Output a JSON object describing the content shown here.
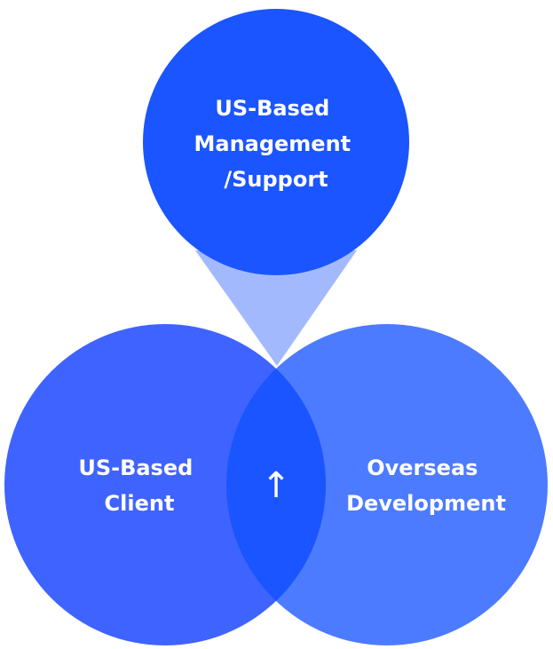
{
  "colors": {
    "background": "#ffffff",
    "top_circle": "#1A55FF",
    "left_circle": "#3F63FF",
    "right_circle": "#4C7BFF",
    "overlap": "#1A55FF",
    "connector": "#A3B9FE",
    "text": "#ffffff"
  },
  "nodes": {
    "top": {
      "line1": "US-Based",
      "line2": "Management",
      "line3": "/Support"
    },
    "left": {
      "line1": "US-Based",
      "line2": "Client"
    },
    "right": {
      "line1": "Overseas",
      "line2": "Development"
    }
  },
  "center": {
    "glyph": "↑",
    "icon": "arrow-up-icon"
  }
}
